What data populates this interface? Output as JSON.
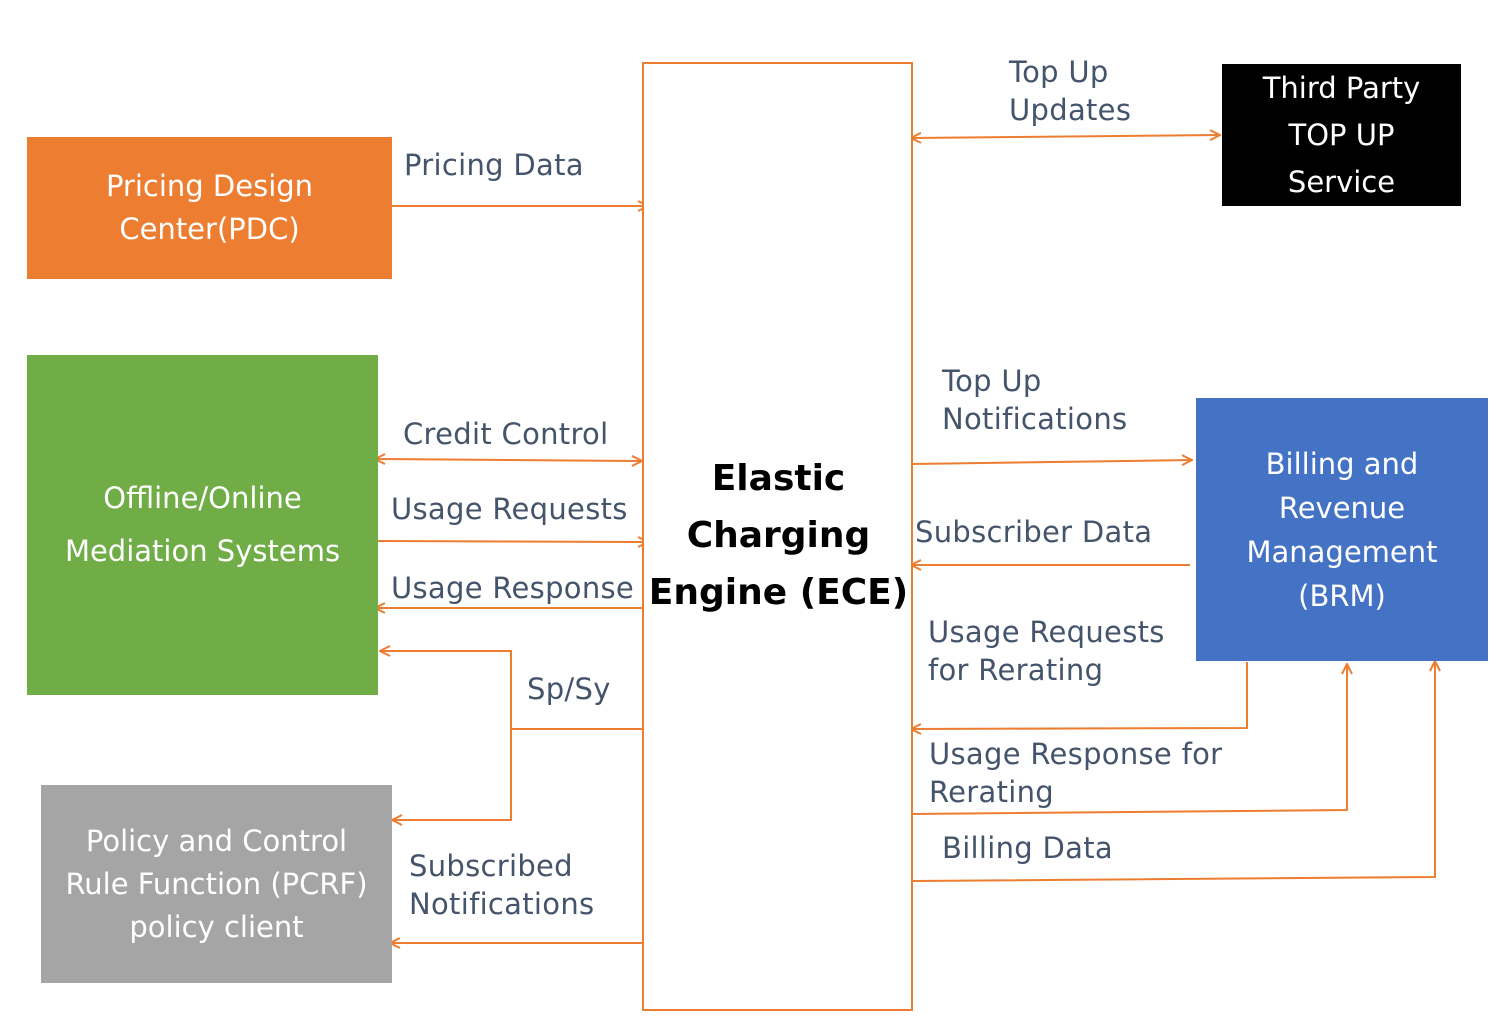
{
  "boxes": {
    "pdc": {
      "lines": [
        "Pricing Design",
        "Center(PDC)"
      ]
    },
    "mediation": {
      "lines": [
        "Offline/Online",
        "Mediation Systems"
      ]
    },
    "pcrf": {
      "lines": [
        "Policy and Control",
        "Rule Function (PCRF)",
        "policy client"
      ]
    },
    "third_party": {
      "lines": [
        "Third Party",
        "TOP UP",
        "Service"
      ]
    },
    "brm": {
      "lines": [
        "Billing and",
        "Revenue",
        "Management",
        "(BRM)"
      ]
    },
    "ece": {
      "lines": [
        "Elastic",
        "Charging",
        "Engine (ECE)"
      ]
    }
  },
  "labels": {
    "pricing_data": "Pricing Data",
    "credit_control": "Credit Control",
    "usage_requests": "Usage Requests",
    "usage_response": "Usage Response",
    "sp_sy": "Sp/Sy",
    "subscribed_notifications": [
      "Subscribed",
      "Notifications"
    ],
    "top_up_updates": [
      "Top Up",
      "Updates"
    ],
    "top_up_notifications": [
      "Top Up",
      "Notifications"
    ],
    "subscriber_data": "Subscriber Data",
    "usage_requests_rerating": [
      "Usage Requests",
      "for Rerating"
    ],
    "usage_response_rerating": [
      "Usage Response for",
      "Rerating"
    ],
    "billing_data": "Billing Data"
  },
  "colors": {
    "pdc": "#ed7d31",
    "mediation": "#70ad47",
    "pcrf": "#a5a5a5",
    "third_party": "#000000",
    "brm": "#4472c4",
    "connector": "#ed7d31",
    "label_text": "#44546a"
  }
}
